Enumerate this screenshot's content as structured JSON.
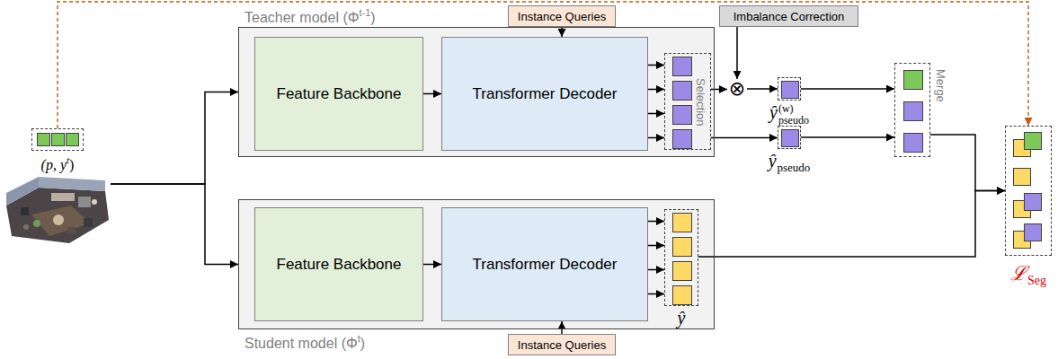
{
  "diagram": {
    "nodes": [
      {
        "text": [
          "(p, y",
          "t",
          ")"
        ]
      },
      {
        "text": [
          "Teacher model (Φ",
          "t-1",
          ")"
        ]
      },
      {
        "text": [
          "Feature Backbone"
        ],
        "in": 1
      },
      {
        "text": [
          "Transformer Decoder"
        ],
        "in": 1
      },
      {
        "text": [
          "Instance Queries"
        ]
      },
      {
        "text": [
          "Imbalance Correction"
        ]
      },
      {
        "text": [
          "Selection"
        ],
        "in": 1
      },
      {
        "text": [
          "⊗"
        ]
      },
      {
        "text": [
          "ŷ",
          "(w)",
          "pseudo"
        ]
      },
      {
        "text": [
          "ŷ",
          "pseudo"
        ]
      },
      {
        "text": [
          "Merge"
        ]
      },
      {
        "text": [
          "Student model (Φ",
          "t",
          ")"
        ]
      },
      {
        "text": [
          "Feature Backbone"
        ],
        "in": 11
      },
      {
        "text": [
          "Transformer Decoder"
        ],
        "in": 11
      },
      {
        "text": [
          "Instance Queries"
        ]
      },
      {
        "text": [
          "ŷ"
        ],
        "in": 11
      },
      {
        "text": [
          "ℒ",
          "Seg"
        ]
      }
    ],
    "edges": [
      {
        "from": 0,
        "to": 1,
        "arrow": "to"
      },
      {
        "from": 0,
        "to": 11,
        "arrow": "to"
      },
      {
        "from": 0,
        "to": 16,
        "arrow": "to"
      },
      {
        "from": 2,
        "to": 3,
        "arrow": "to"
      },
      {
        "from": 4,
        "to": 3,
        "arrow": "to"
      },
      {
        "from": 3,
        "to": 6,
        "arrow": "to"
      },
      {
        "from": 3,
        "to": 6,
        "arrow": "to"
      },
      {
        "from": 3,
        "to": 6,
        "arrow": "to"
      },
      {
        "from": 3,
        "to": 6,
        "arrow": "to"
      },
      {
        "from": 6,
        "to": 7,
        "arrow": "to"
      },
      {
        "from": 5,
        "to": 7,
        "arrow": "to"
      },
      {
        "from": 7,
        "to": 8,
        "arrow": "to"
      },
      {
        "from": 6,
        "to": 9,
        "arrow": "to"
      },
      {
        "from": 8,
        "to": 10,
        "arrow": "to"
      },
      {
        "from": 9,
        "to": 10,
        "arrow": "to"
      },
      {
        "from": 10,
        "to": 16,
        "arrow": "to"
      },
      {
        "from": 12,
        "to": 13,
        "arrow": "to"
      },
      {
        "from": 14,
        "to": 13,
        "arrow": "to"
      },
      {
        "from": 13,
        "to": 15,
        "arrow": "to"
      },
      {
        "from": 13,
        "to": 15,
        "arrow": "to"
      },
      {
        "from": 13,
        "to": 15,
        "arrow": "to"
      },
      {
        "from": 13,
        "to": 15,
        "arrow": "to"
      },
      {
        "from": 15,
        "to": 16,
        "arrow": "to"
      }
    ]
  }
}
